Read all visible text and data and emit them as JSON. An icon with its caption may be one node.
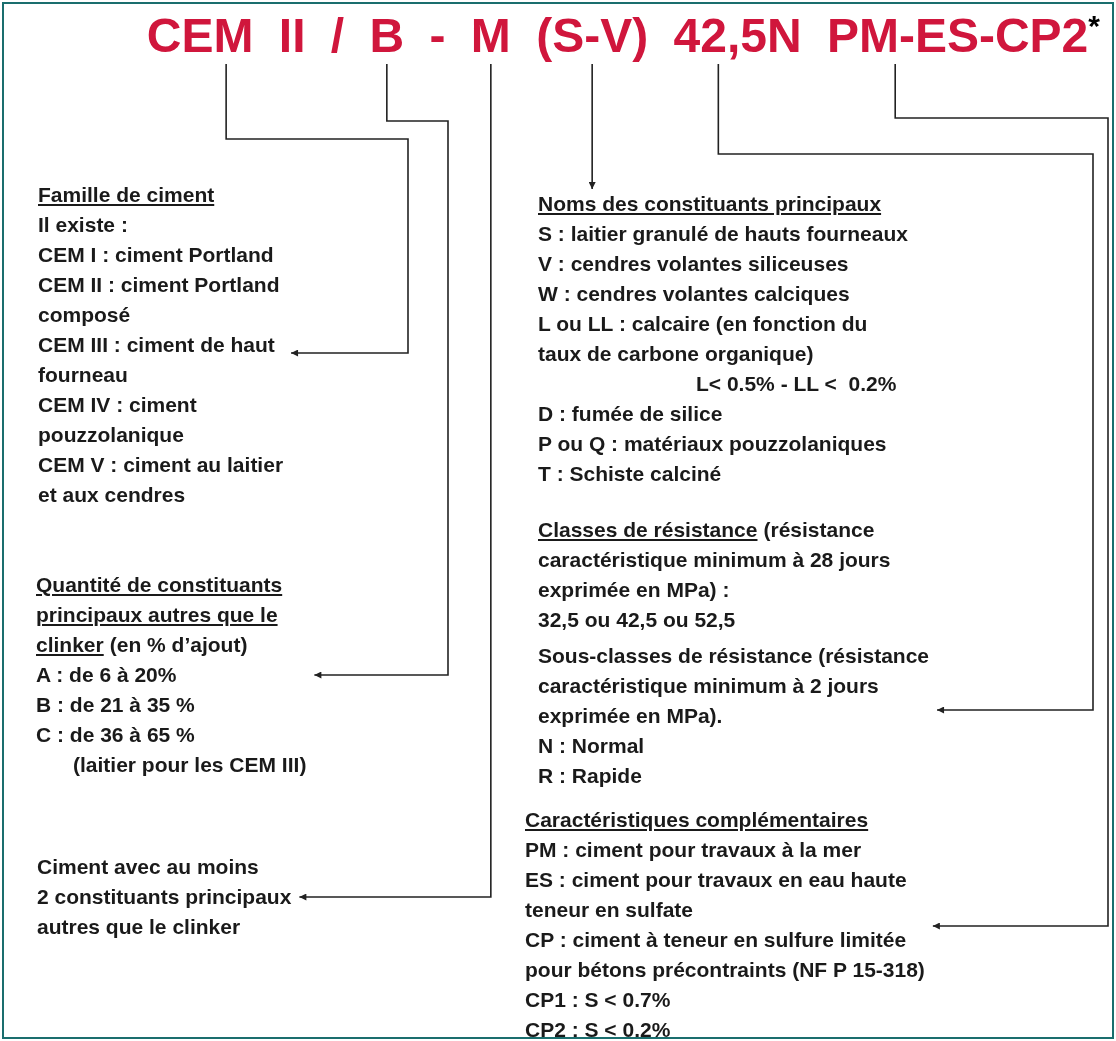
{
  "diagram": {
    "nodes": [
      {
        "text": [
          "CEM II"
        ]
      },
      {
        "text": [
          "B"
        ]
      },
      {
        "text": [
          "M"
        ]
      },
      {
        "text": [
          "(S-V)"
        ]
      },
      {
        "text": [
          "42,5N"
        ]
      },
      {
        "text": [
          "PM-ES-CP2$^{*}$"
        ]
      },
      {
        "text": [
          "Famille de ciment",
          "Il existe :",
          "CEM I : ciment Portland",
          "CEM II : ciment Portland composé",
          "CEM III : ciment de haut fourneau",
          "CEM IV : ciment pouzzolanique",
          "CEM V : ciment au laitier et aux cendres"
        ]
      },
      {
        "text": [
          "Quantité de constituants principaux autres que le clinker",
          "(en % d’ajout)",
          "A : de 6 à 20%",
          "B : de 21 à 35 %",
          "C : de 36 à 65 %",
          "(laitier pour les CEM III)"
        ]
      },
      {
        "text": [
          "Ciment avec au moins 2 constituants principaux autres que le clinker"
        ]
      },
      {
        "text": [
          "Noms des constituants principaux",
          "S : laitier granulé de hauts fourneaux",
          "V : cendres volantes siliceuses",
          "W : cendres volantes calciques",
          "L ou LL : calcaire (en fonction du taux de carbone organique)",
          "L< 0.5% - LL <  0.2%",
          "D : fumée de silice",
          "P ou Q : matériaux pouzzolaniques",
          "T : Schiste calciné"
        ]
      },
      {
        "text": [
          "Classes de résistance",
          "(résistance caractéristique minimum à 28 jours exprimée en MPa) :",
          "32,5 ou 42,5 ou 52,5",
          "Sous-classes de résistance (résistance caractéristique minimum à 2 jours exprimée en MPa).",
          "N : Normal",
          "R : Rapide"
        ]
      },
      {
        "text": [
          "Caractéristiques complémentaires",
          "PM : ciment pour travaux à la mer",
          "ES : ciment pour travaux en eau haute teneur en sulfate",
          "CP : ciment à teneur en sulfure limitée pour bétons précontraints (NF P 15-318)",
          "CP1 : S < 0.7%",
          "CP2 : S < 0.2%"
        ]
      }
    ],
    "edges": [
      {
        "from": 0,
        "to": 6,
        "arrow": "to"
      },
      {
        "from": 1,
        "to": 7,
        "arrow": "to"
      },
      {
        "from": 2,
        "to": 8,
        "arrow": "to"
      },
      {
        "from": 3,
        "to": 9,
        "arrow": "to"
      },
      {
        "from": 4,
        "to": 10,
        "arrow": "to"
      },
      {
        "from": 5,
        "to": 11,
        "arrow": "to"
      }
    ],
    "labels": [
      "/",
      "-"
    ]
  }
}
